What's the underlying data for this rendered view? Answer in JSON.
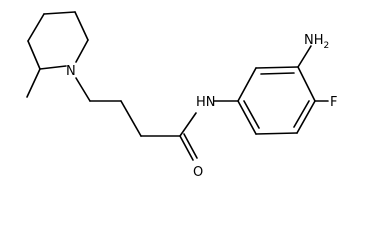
{
  "molecule": {
    "atom_labels": {
      "ring_nitrogen": "N",
      "amide_nh": "HN",
      "amino": "NH2",
      "fluoro": "F",
      "carbonyl_oxygen": "O"
    },
    "amino_text": "NH",
    "amino_subscript": "2",
    "colors": {
      "bonds": "#000000",
      "labels": "#000000",
      "background": "#ffffff"
    }
  }
}
